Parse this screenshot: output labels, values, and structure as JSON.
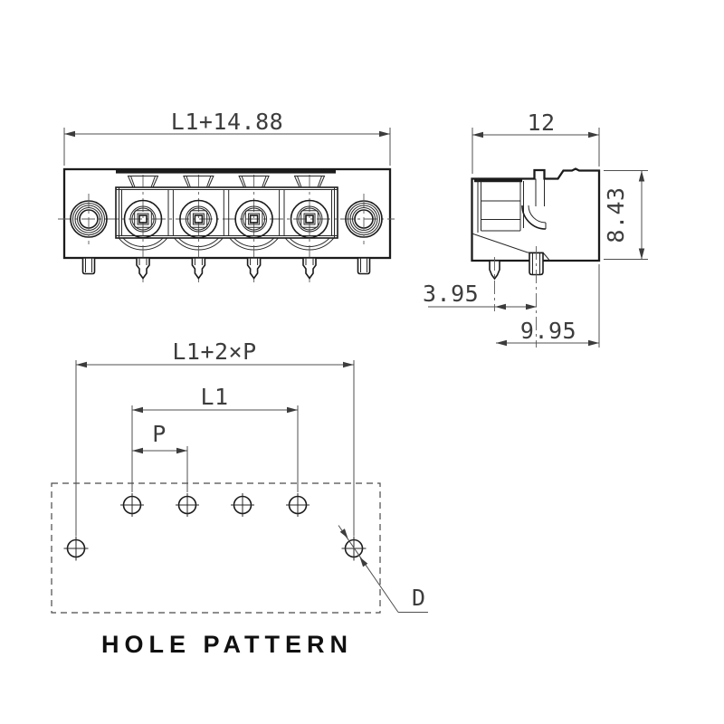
{
  "front_view": {
    "dim_overall_width": "L1+14.88",
    "poles": 4,
    "mounting_flanges": 2
  },
  "side_view": {
    "dim_depth": "12",
    "dim_height": "8.43",
    "dim_pin_to_pin": "3.95",
    "dim_pin_to_face": "9.95"
  },
  "hole_pattern": {
    "dim_overall": "L1+2×P",
    "dim_l1": "L1",
    "dim_pitch": "P",
    "dim_hole_diameter": "D",
    "caption": "HOLE PATTERN",
    "signal_holes": 4,
    "mounting_holes": 2
  },
  "colors": {
    "line": "#1b1b1b",
    "dimension": "#4f4f4f",
    "background": "#ffffff"
  }
}
